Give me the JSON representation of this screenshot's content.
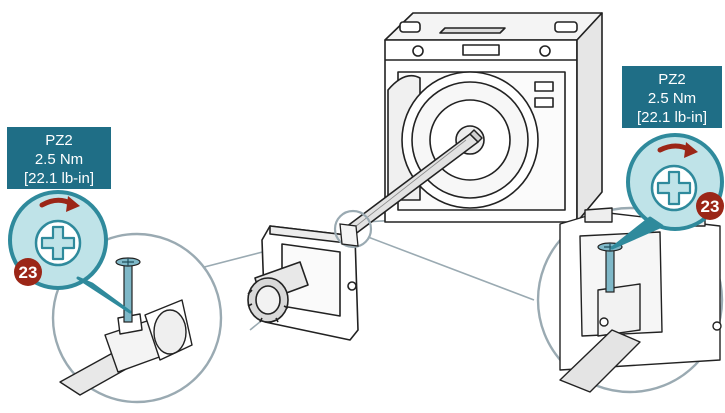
{
  "colors": {
    "label_box": "#1f6e86",
    "label_text": "#ffffff",
    "badge": "#9b2617",
    "teal_ring": "#2f8a9c",
    "teal_fill": "#bfe3e8",
    "screw_blue": "#7fb8c8",
    "outline": "#222222",
    "guide_line": "#9aaab2"
  },
  "callout_left": {
    "bit_type": "PZ2",
    "torque_metric": "2.5 Nm",
    "torque_imperial": "[22.1 lb-in]",
    "step_number": "23",
    "icon": "pozidriv-cross-icon",
    "direction_icon": "clockwise-arrow-icon"
  },
  "callout_right": {
    "bit_type": "PZ2",
    "torque_metric": "2.5 Nm",
    "torque_imperial": "[22.1 lb-in]",
    "step_number": "23",
    "icon": "pozidriv-cross-icon",
    "direction_icon": "clockwise-arrow-icon"
  }
}
